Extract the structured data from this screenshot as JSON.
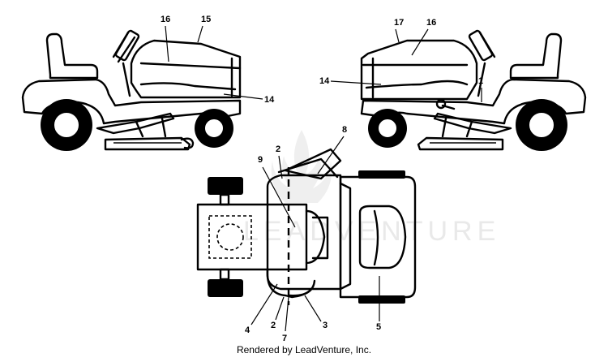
{
  "watermark": "LEADVENTURE",
  "footer": "Rendered by LeadVenture, Inc.",
  "callouts": {
    "c1": "1",
    "c2a": "2",
    "c2b": "2",
    "c3": "3",
    "c4": "4",
    "c5": "5",
    "c7": "7",
    "c8": "8",
    "c9": "9",
    "c14a": "14",
    "c14b": "14",
    "c15": "15",
    "c16a": "16",
    "c16b": "16",
    "c17": "17"
  }
}
